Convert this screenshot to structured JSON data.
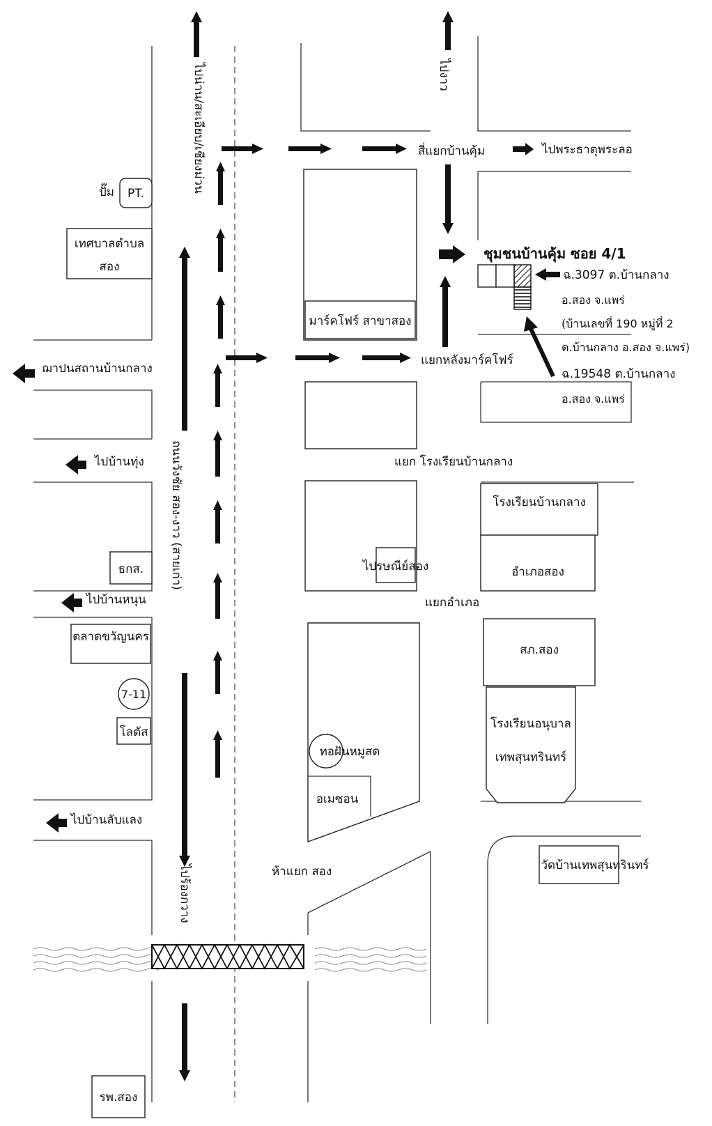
{
  "labels": {
    "to_nan": "ไปน่าน/สะเอียบ/เชียงม่วน",
    "to_rong_kwang": "ไปร้องกวาง",
    "road_name": "ถนนวังชัย สอง-งาว (สายเก่า)",
    "to_ngao": "ไปงาว",
    "to_phra_that": "ไปพระธาตุพระลอ",
    "si_yaek_ban_khum": "สี่แยกบ้านคุ้ม",
    "community": "ชุมชนบ้านคุ้ม ซอย 4/1",
    "plot1_line1": "ฉ.3097 ต.บ้านกลาง",
    "plot1_line2": "อ.สอง จ.แพร่",
    "plot1_line3": "(บ้านเลขที่ 190 หมู่ที่ 2",
    "plot1_line4": "ต.บ้านกลาง อ.สอง จ.แพร่)",
    "plot2_line1": "ฉ.19548 ต.บ้านกลาง",
    "plot2_line2": "อ.สอง จ.แพร่",
    "pump": "ปั๊ม",
    "pt": "PT.",
    "municipality_line1": "เทศบาลตำบล",
    "municipality_line2": "สอง",
    "makro": "มาร์คโฟร์ สาขาสอง",
    "yaek_makro": "แยกหลังมาร์คโฟร์",
    "cremation": "ฌาปนสถานบ้านกลาง",
    "to_ban_thung": "ไปบ้านทุ่ง",
    "yaek_school": "แยก โรงเรียนบ้านกลาง",
    "school": "โรงเรียนบ้านกลาง",
    "district_office": "อำเภอสอง",
    "post_office": "ไปรษณีย์สอง",
    "baac": "ธกส.",
    "to_ban_nun": "ไปบ้านหนุน",
    "yaek_amphoe": "แยกอำเภอ",
    "market": "ตลาดขวัญนคร",
    "police": "สภ.สอง",
    "seven": "7-11",
    "lotus": "โลตัส",
    "kindergarten_line1": "โรงเรียนอนุบาล",
    "kindergarten_line2": "เทพสุนทรินทร์",
    "to_fai_pork": "ทอฝันหมูสด",
    "amazon": "อเมซอน",
    "to_ban_lap_laeng": "ไปบ้านลับแลง",
    "ha_yaek": "ห้าแยก สอง",
    "temple": "วัดบ้านเทพสุนทรินทร์",
    "hospital": "รพ.สอง"
  }
}
